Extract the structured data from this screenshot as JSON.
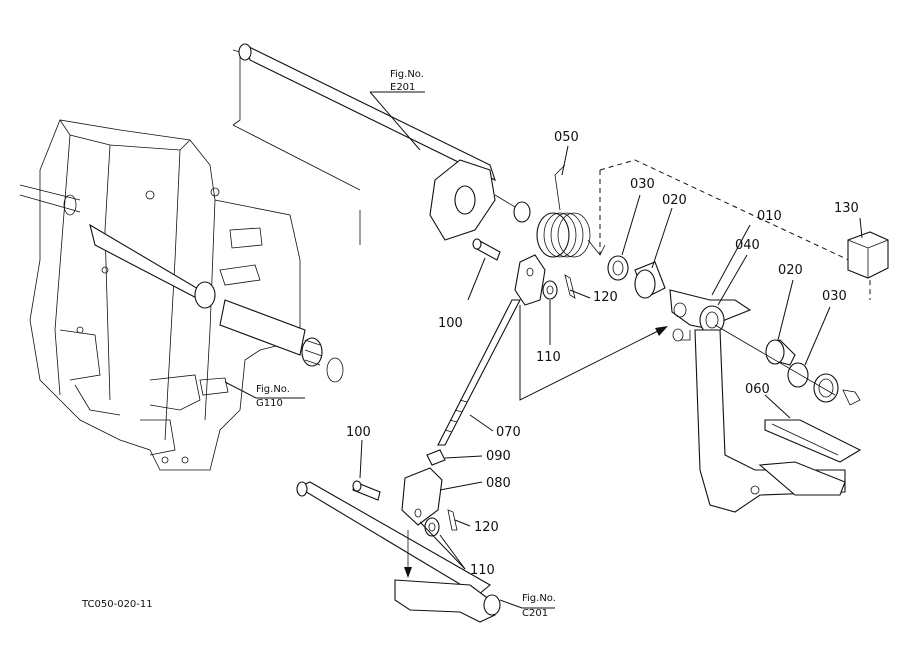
{
  "diagram_code": "TC050-020-11",
  "figure_refs": [
    {
      "line1": "Fig.No.",
      "line2": "E201"
    },
    {
      "line1": "Fig.No.",
      "line2": "G110"
    },
    {
      "line1": "Fig.No.",
      "line2": "C201"
    }
  ],
  "part_numbers": {
    "p050": "050",
    "p030_upper": "030",
    "p020_upper": "020",
    "p010": "010",
    "p040": "040",
    "p130": "130",
    "p020_lower": "020",
    "p030_lower": "030",
    "p100_upper": "100",
    "p120_upper": "120",
    "p110_upper": "110",
    "p060": "060",
    "p070": "070",
    "p100_lower": "100",
    "p090": "090",
    "p080": "080",
    "p120_lower": "120",
    "p110_lower": "110"
  }
}
